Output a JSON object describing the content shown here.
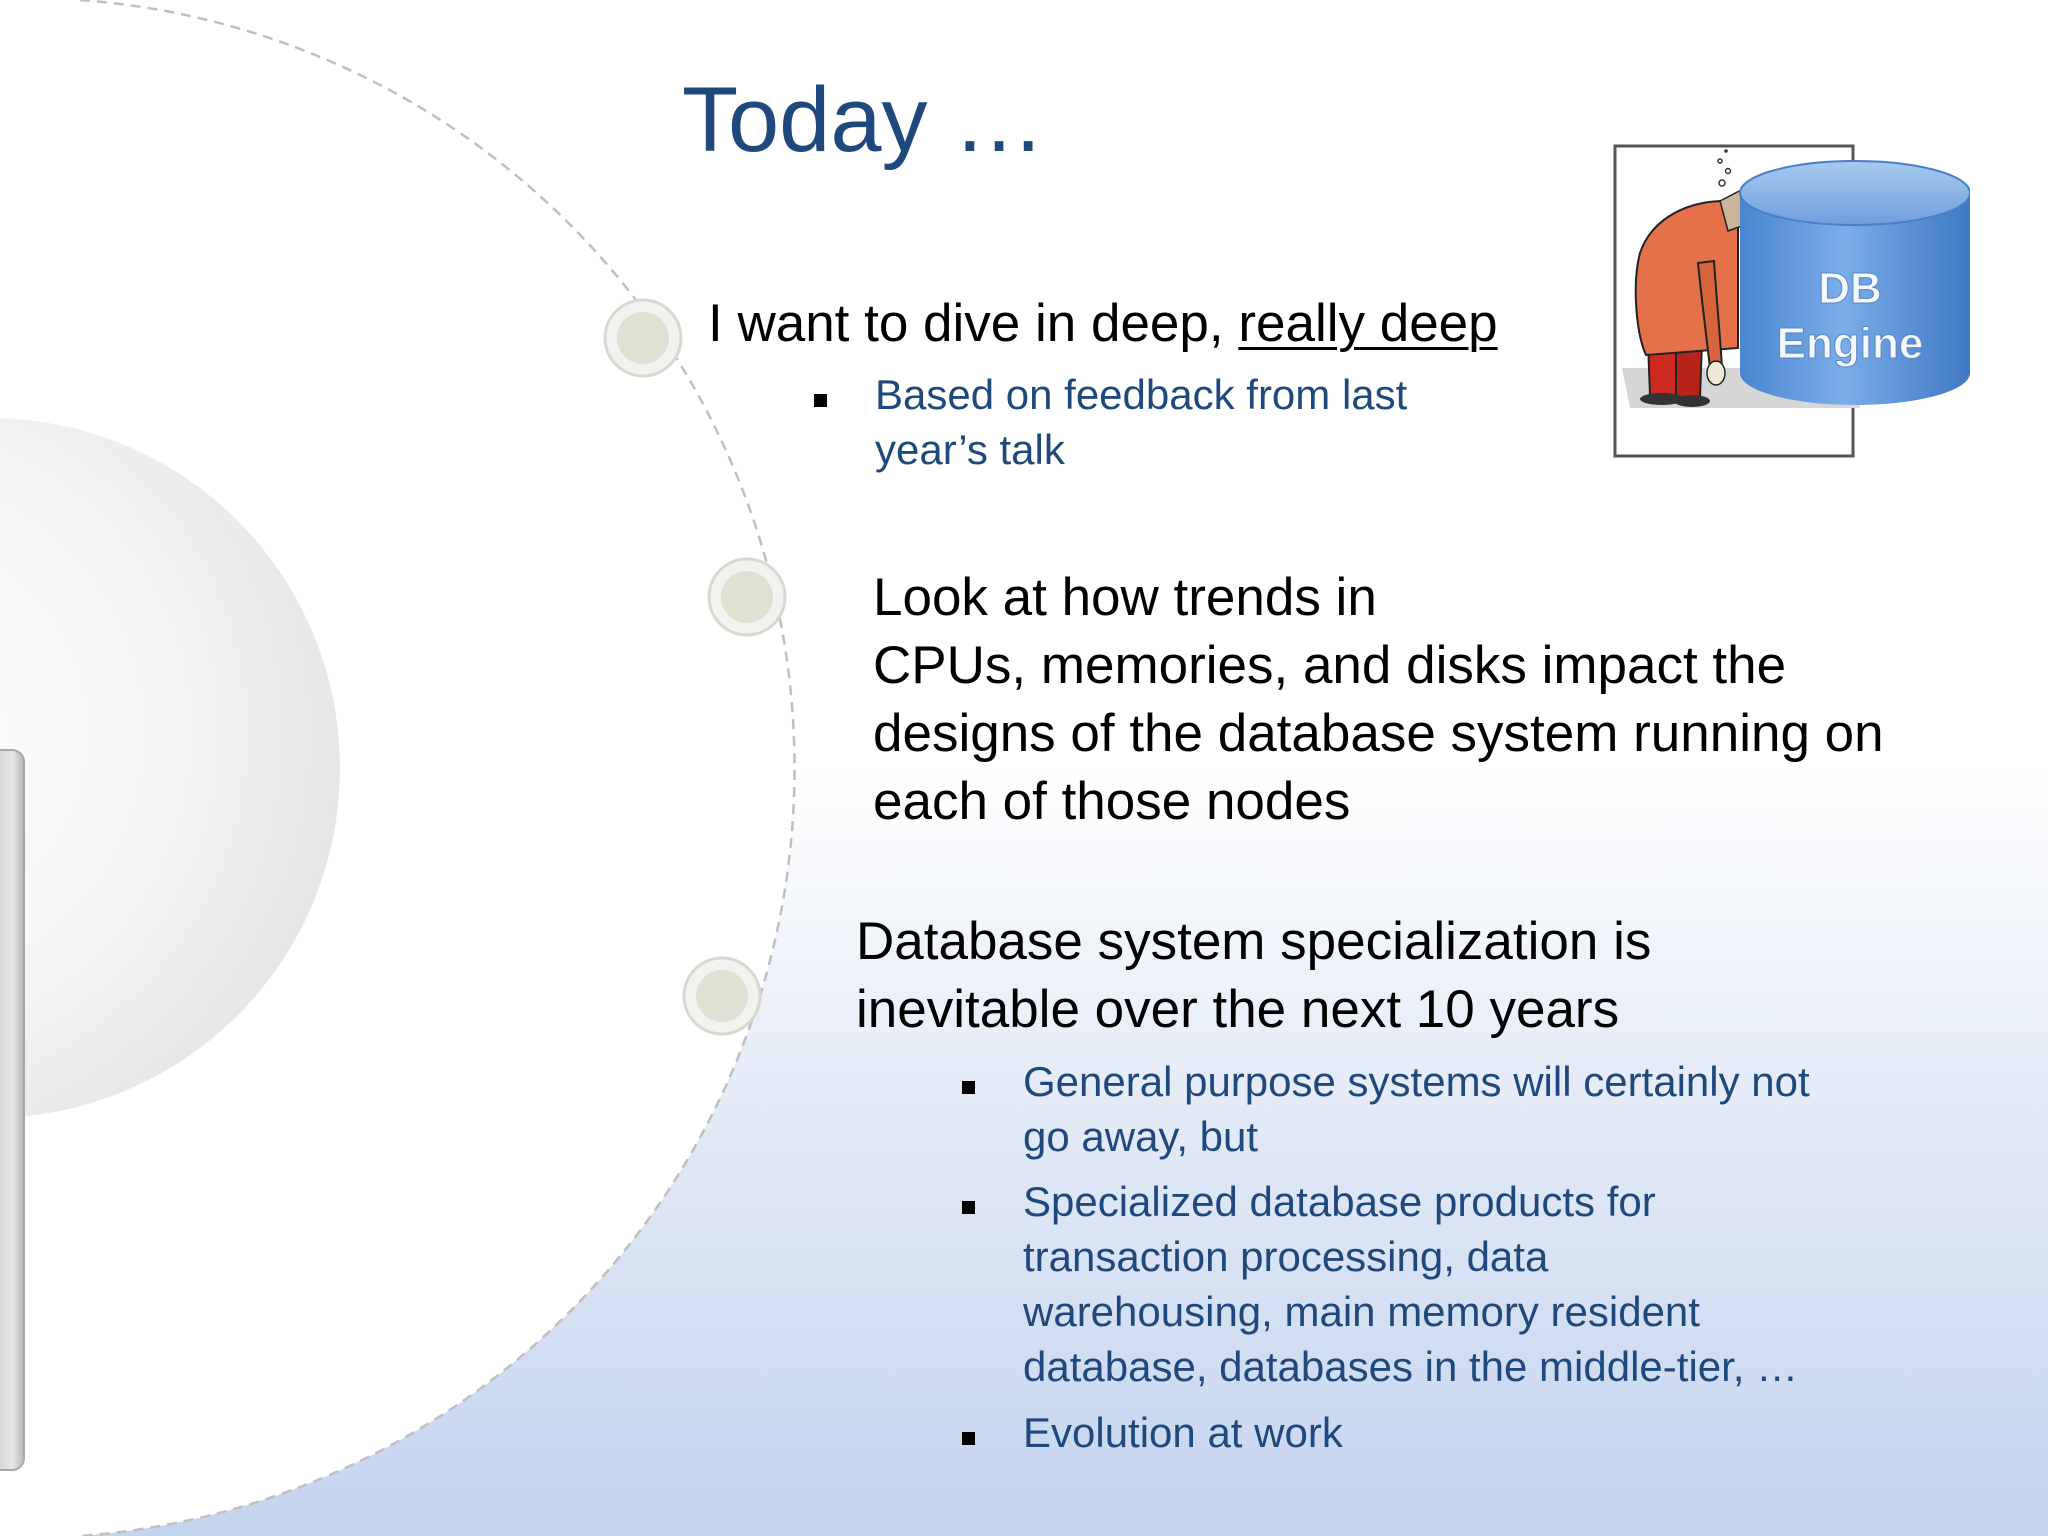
{
  "slide": {
    "title": "Today …",
    "point1": {
      "text_prefix": "I want to dive in deep, ",
      "text_emphasis": "really deep",
      "sub": [
        "Based on feedback from last",
        "year’s talk"
      ]
    },
    "point2": {
      "lines": [
        "Look at how trends in",
        "CPUs, memories, and disks  impact the",
        "designs of the database system running on",
        "each of those nodes"
      ]
    },
    "point3": {
      "lines": [
        "Database system specialization is",
        "inevitable over the next 10 years"
      ],
      "subs": [
        {
          "lines": [
            "General purpose systems will certainly not",
            "go away, but"
          ]
        },
        {
          "lines": [
            "Specialized database products for",
            "transaction processing, data",
            "warehousing, main memory resident",
            "database, databases in the middle-tier, …"
          ]
        },
        {
          "lines": [
            "Evolution at work"
          ]
        }
      ]
    },
    "image": {
      "label_line1": "DB",
      "label_line2": "Engine"
    }
  },
  "colors": {
    "title": "#1f497d",
    "body": "#000000",
    "sub": "#1f497d",
    "cylinder": "#5b93d8"
  }
}
